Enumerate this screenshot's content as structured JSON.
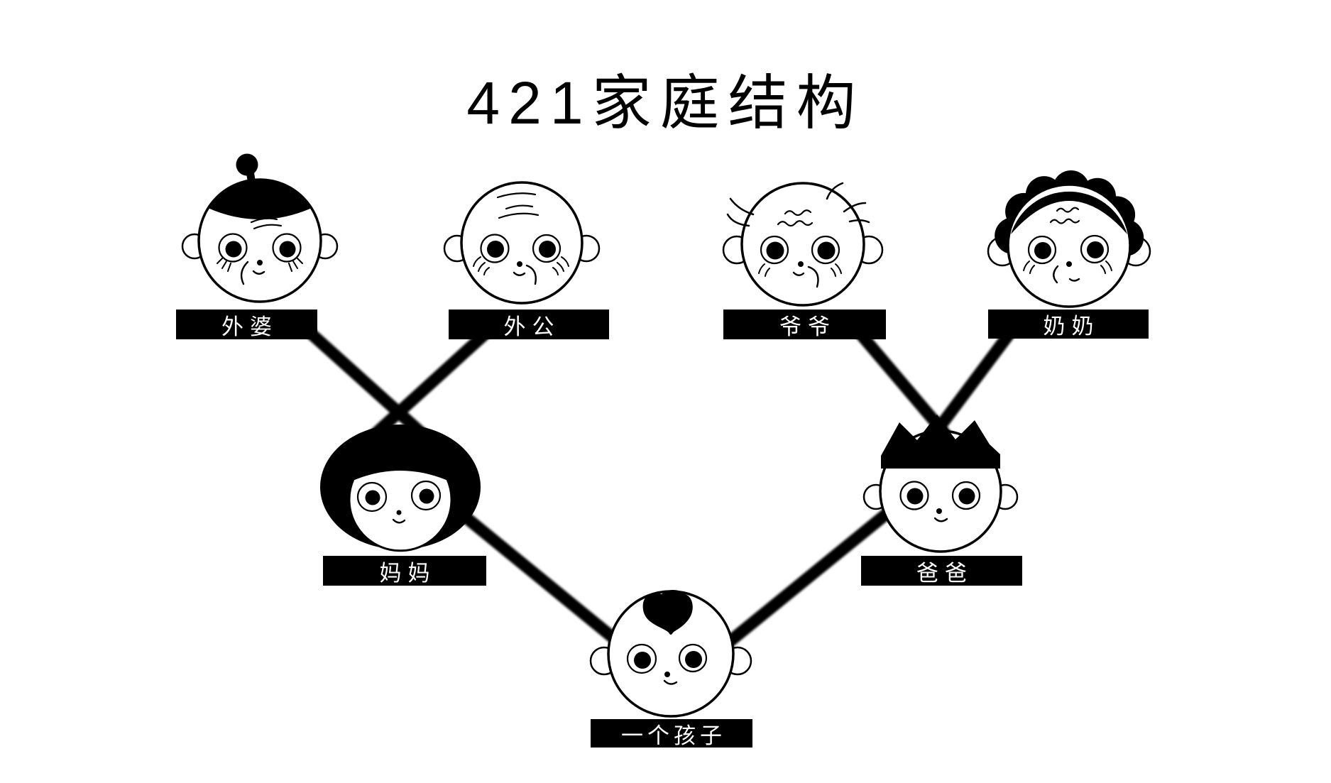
{
  "title": "421家庭结构",
  "colors": {
    "ink": "#000000",
    "background": "#ffffff",
    "label_bg": "#000000",
    "label_text": "#ffffff"
  },
  "tree": {
    "grandparents": [
      {
        "id": "maternal-grandmother",
        "label": "外婆"
      },
      {
        "id": "maternal-grandfather",
        "label": "外公"
      },
      {
        "id": "paternal-grandfather",
        "label": "爷爷"
      },
      {
        "id": "paternal-grandmother",
        "label": "奶奶"
      }
    ],
    "parents": [
      {
        "id": "mother",
        "label": "妈妈"
      },
      {
        "id": "father",
        "label": "爸爸"
      }
    ],
    "child": {
      "id": "only-child",
      "label": "一个孩子"
    },
    "connections": [
      {
        "from": "外婆",
        "to": "妈妈"
      },
      {
        "from": "外公",
        "to": "妈妈"
      },
      {
        "from": "爷爷",
        "to": "爸爸"
      },
      {
        "from": "奶奶",
        "to": "爸爸"
      },
      {
        "from": "妈妈",
        "to": "一个孩子"
      },
      {
        "from": "爸爸",
        "to": "一个孩子"
      }
    ]
  }
}
